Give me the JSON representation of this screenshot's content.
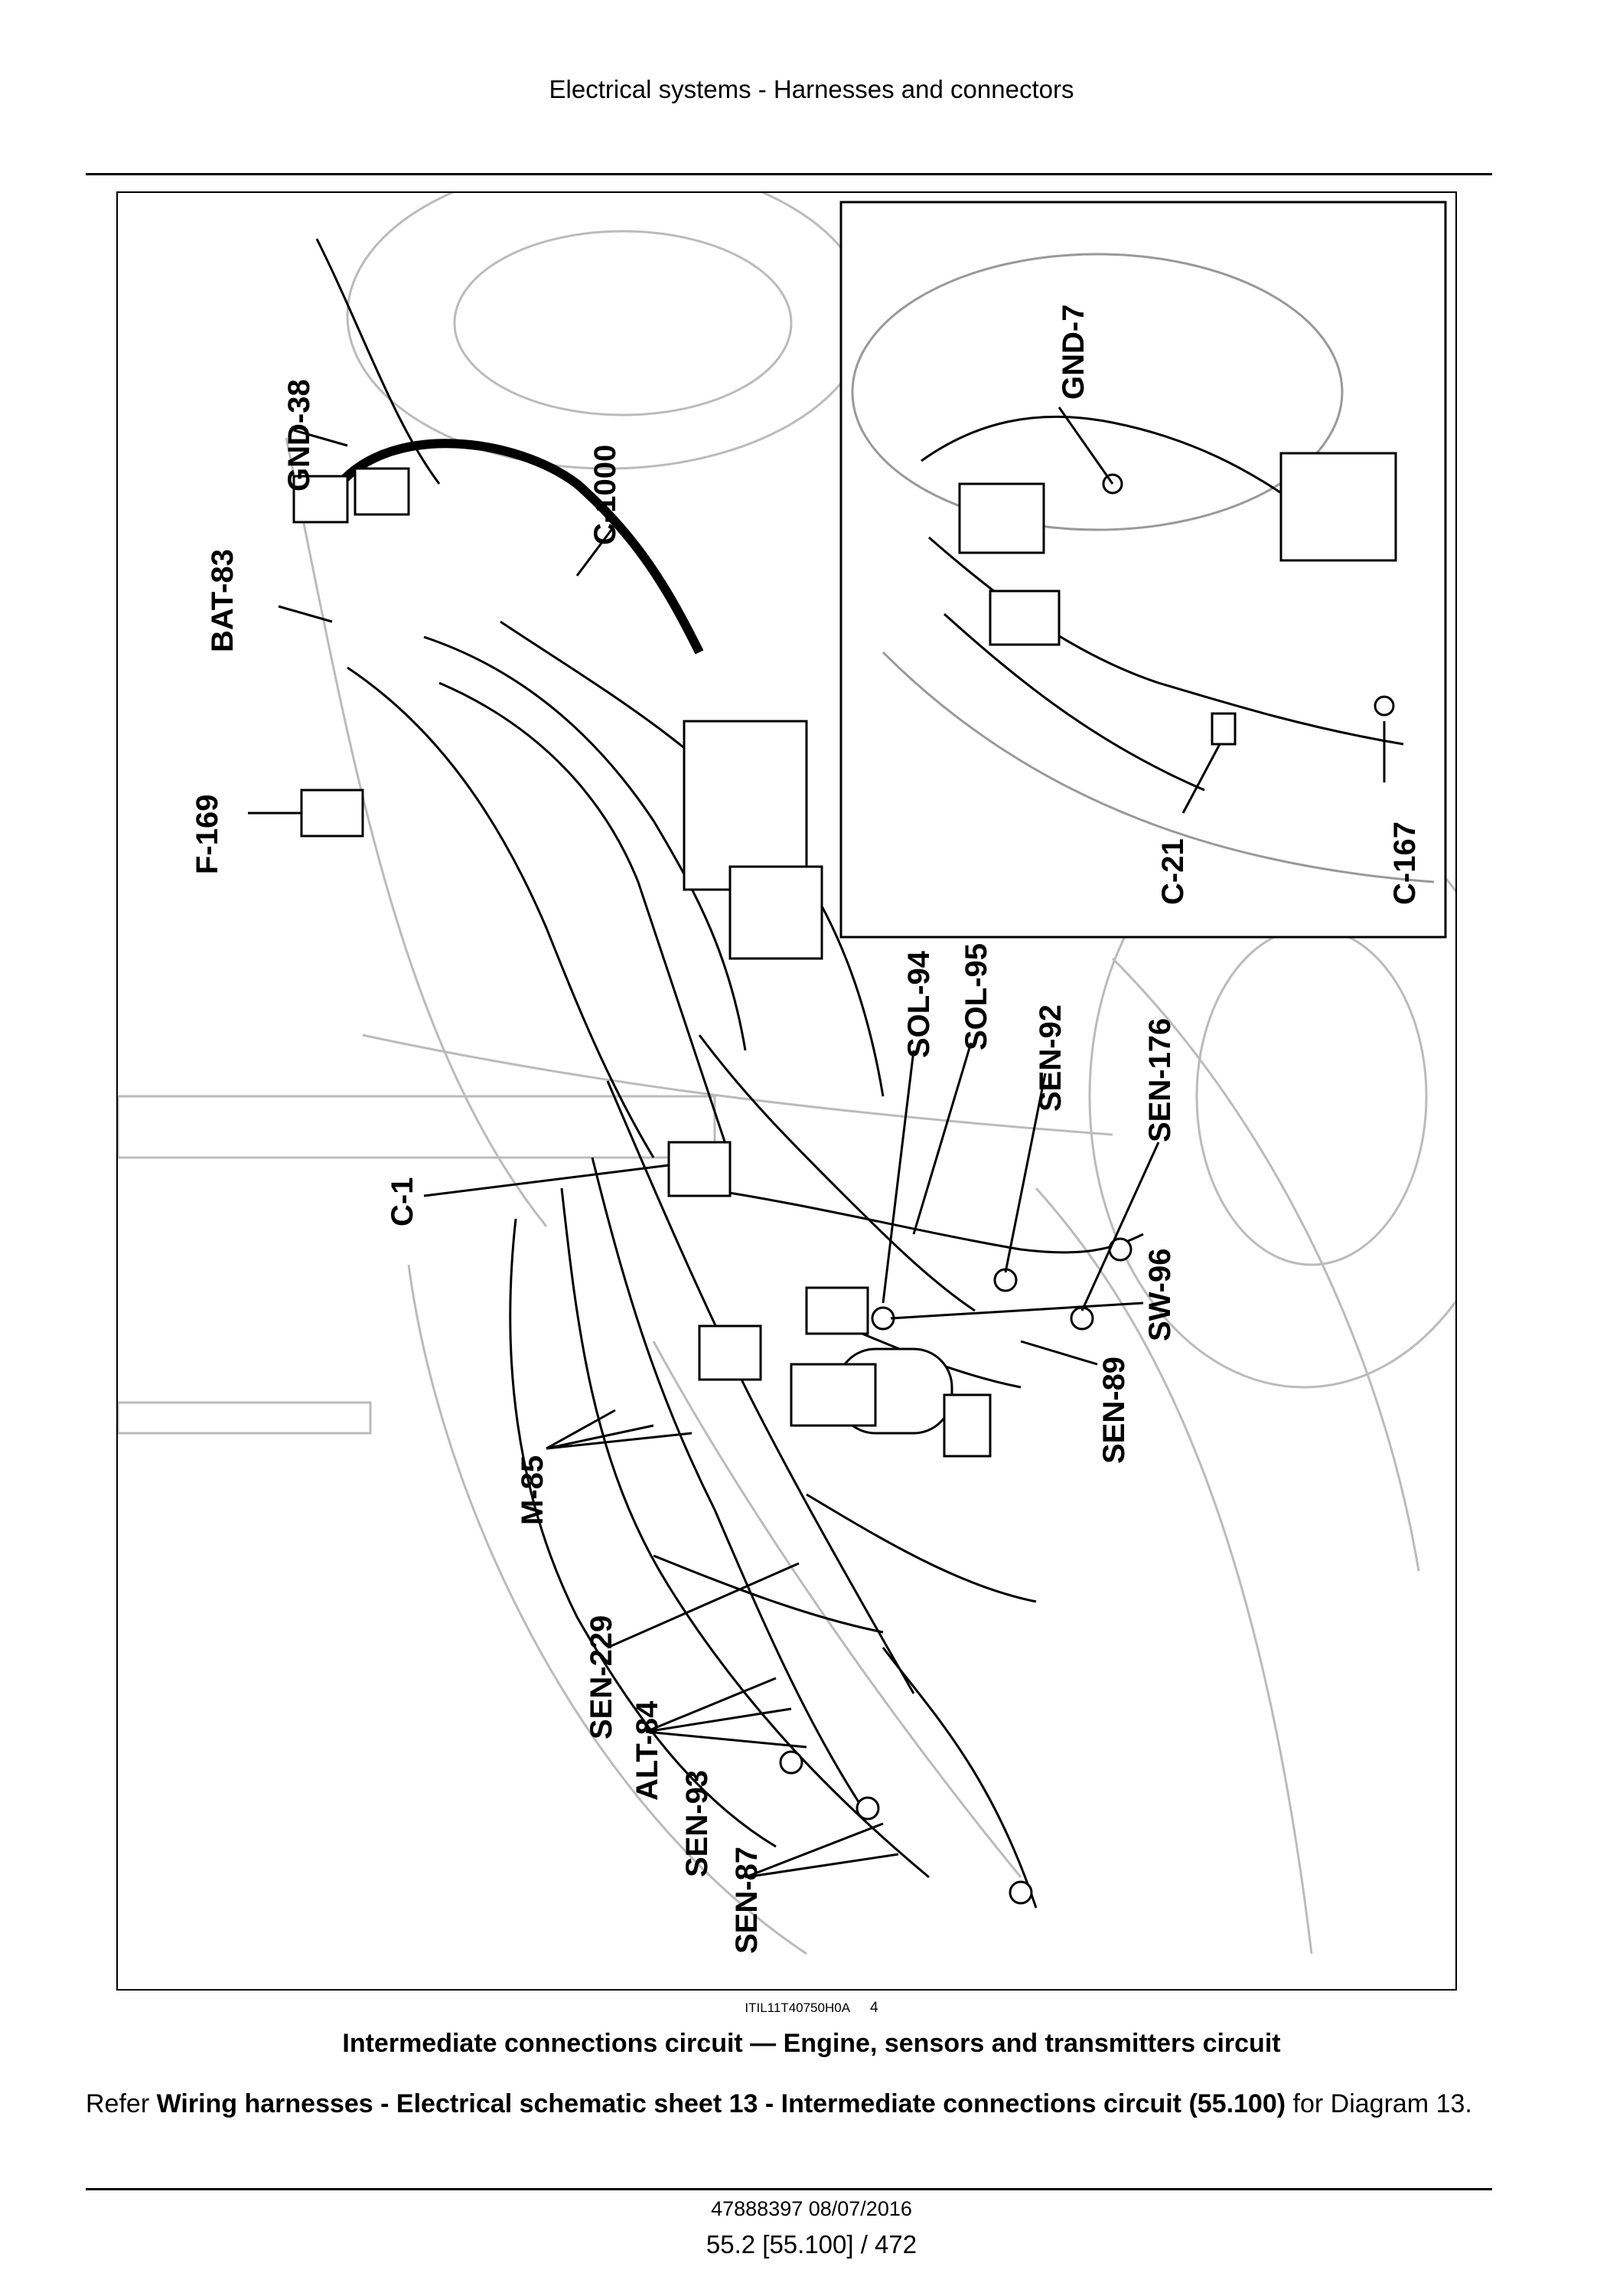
{
  "header": {
    "title": "Electrical systems - Harnesses and connectors"
  },
  "figure": {
    "reference_code": "ITIL11T40750H0A",
    "figure_number": "4",
    "callouts": [
      "GND-38",
      "C-1000",
      "BAT-83",
      "F-169",
      "GND-7",
      "C-21",
      "C-167",
      "SOL-94",
      "SOL-95",
      "SEN-92",
      "SEN-176",
      "C-1",
      "SW-96",
      "SEN-89",
      "M-85",
      "SEN-229",
      "ALT-84",
      "SEN-93",
      "SEN-87"
    ]
  },
  "caption": {
    "text": "Intermediate connections circuit — Engine, sensors and transmitters circuit"
  },
  "body": {
    "prefix": "Refer ",
    "link": "Wiring harnesses - Electrical schematic sheet 13 - Intermediate connections circuit (55.100)",
    "suffix": " for Diagram 13."
  },
  "footer": {
    "doc_id": "47888397 08/07/2016",
    "page": "55.2 [55.100] / 472"
  }
}
